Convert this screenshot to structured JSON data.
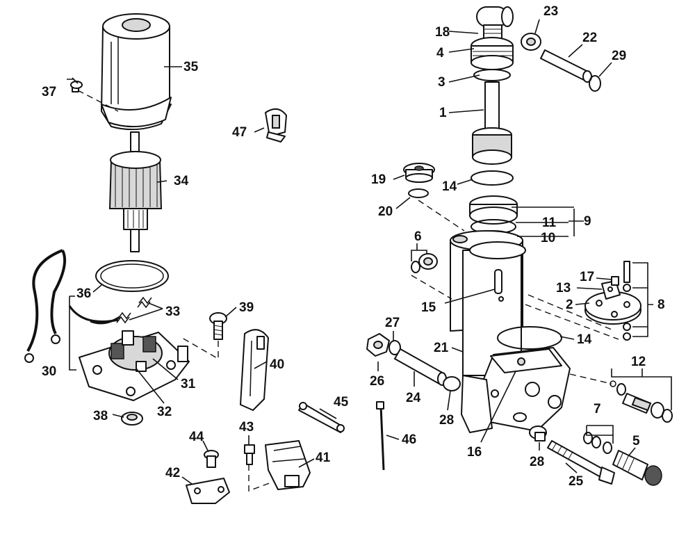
{
  "diagram": {
    "parts": [
      {
        "num": "1"
      },
      {
        "num": "2"
      },
      {
        "num": "3"
      },
      {
        "num": "4"
      },
      {
        "num": "5"
      },
      {
        "num": "6"
      },
      {
        "num": "7"
      },
      {
        "num": "8"
      },
      {
        "num": "9"
      },
      {
        "num": "10"
      },
      {
        "num": "11"
      },
      {
        "num": "12"
      },
      {
        "num": "13"
      },
      {
        "num": "14"
      },
      {
        "num": "15"
      },
      {
        "num": "16"
      },
      {
        "num": "17"
      },
      {
        "num": "18"
      },
      {
        "num": "19"
      },
      {
        "num": "20"
      },
      {
        "num": "21"
      },
      {
        "num": "22"
      },
      {
        "num": "23"
      },
      {
        "num": "24"
      },
      {
        "num": "25"
      },
      {
        "num": "26"
      },
      {
        "num": "27"
      },
      {
        "num": "28"
      },
      {
        "num": "29"
      },
      {
        "num": "30"
      },
      {
        "num": "31"
      },
      {
        "num": "32"
      },
      {
        "num": "33"
      },
      {
        "num": "34"
      },
      {
        "num": "35"
      },
      {
        "num": "36"
      },
      {
        "num": "37"
      },
      {
        "num": "38"
      },
      {
        "num": "39"
      },
      {
        "num": "40"
      },
      {
        "num": "41"
      },
      {
        "num": "42"
      },
      {
        "num": "43"
      },
      {
        "num": "44"
      },
      {
        "num": "45"
      },
      {
        "num": "46"
      },
      {
        "num": "47"
      }
    ]
  }
}
